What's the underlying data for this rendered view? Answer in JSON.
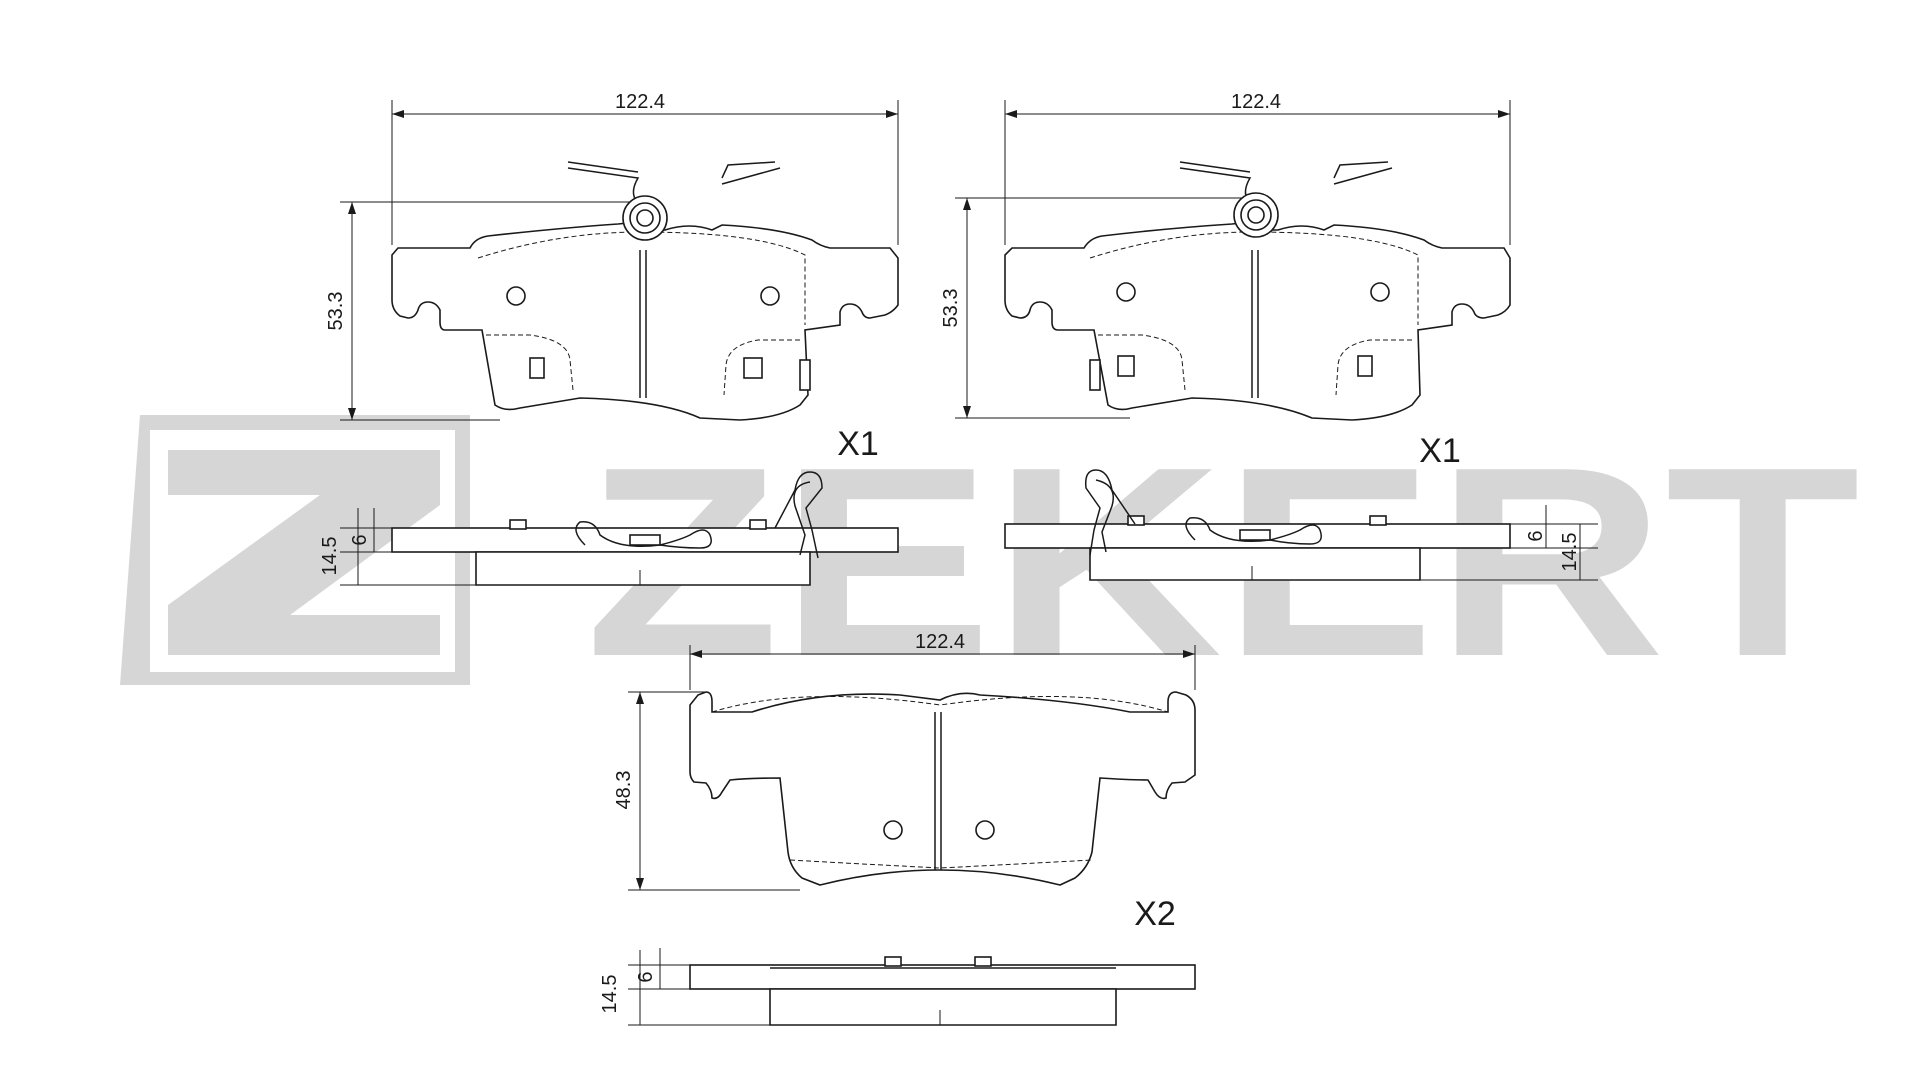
{
  "watermark": {
    "brand": "ZEKERT",
    "color": "#d6d6d6"
  },
  "pad_x1_left": {
    "width_label": "122.4",
    "height_label": "53.3",
    "thickness_label": "14.5",
    "backplate_label": "6",
    "quantity_label": "X1"
  },
  "pad_x1_right": {
    "width_label": "122.4",
    "height_label": "53.3",
    "thickness_label": "14.5",
    "backplate_label": "6",
    "quantity_label": "X1"
  },
  "pad_x2": {
    "width_label": "122.4",
    "height_label": "48.3",
    "thickness_label": "14.5",
    "backplate_label": "6",
    "quantity_label": "X2"
  },
  "colors": {
    "line": "#1a1a1a",
    "background": "#ffffff"
  }
}
